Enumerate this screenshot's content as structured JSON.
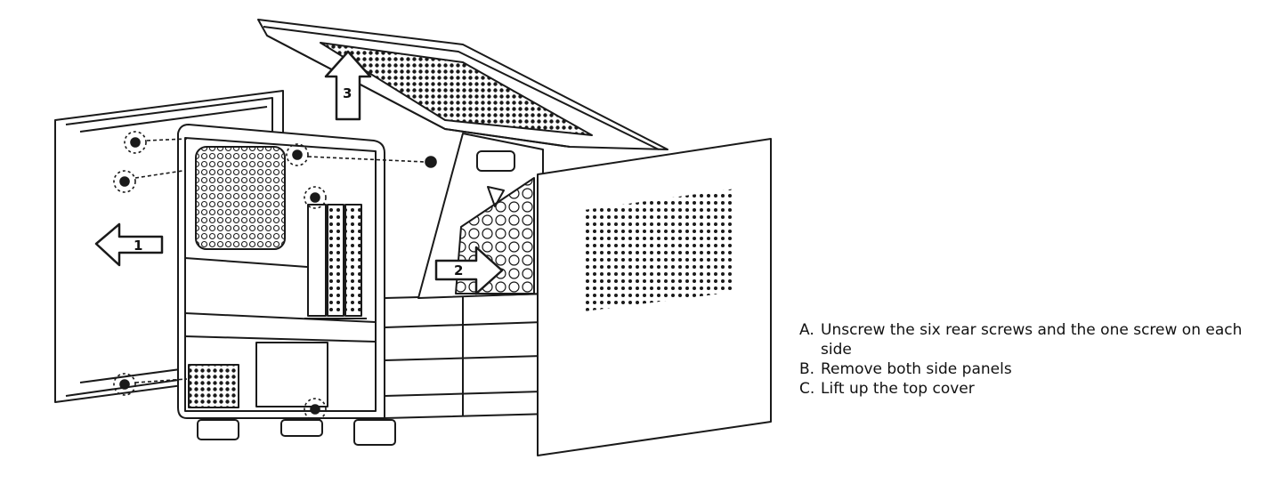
{
  "diagram": {
    "callouts": [
      {
        "label": "1"
      },
      {
        "label": "2"
      },
      {
        "label": "3"
      }
    ],
    "instructions": [
      {
        "letter": "A.",
        "text": "Unscrew the six rear screws and the one screw on each side"
      },
      {
        "letter": "B.",
        "text": "Remove both side panels"
      },
      {
        "letter": "C.",
        "text": "Lift up the top cover"
      }
    ],
    "colors": {
      "line": "#1a1a1a",
      "background": "#ffffff"
    }
  }
}
